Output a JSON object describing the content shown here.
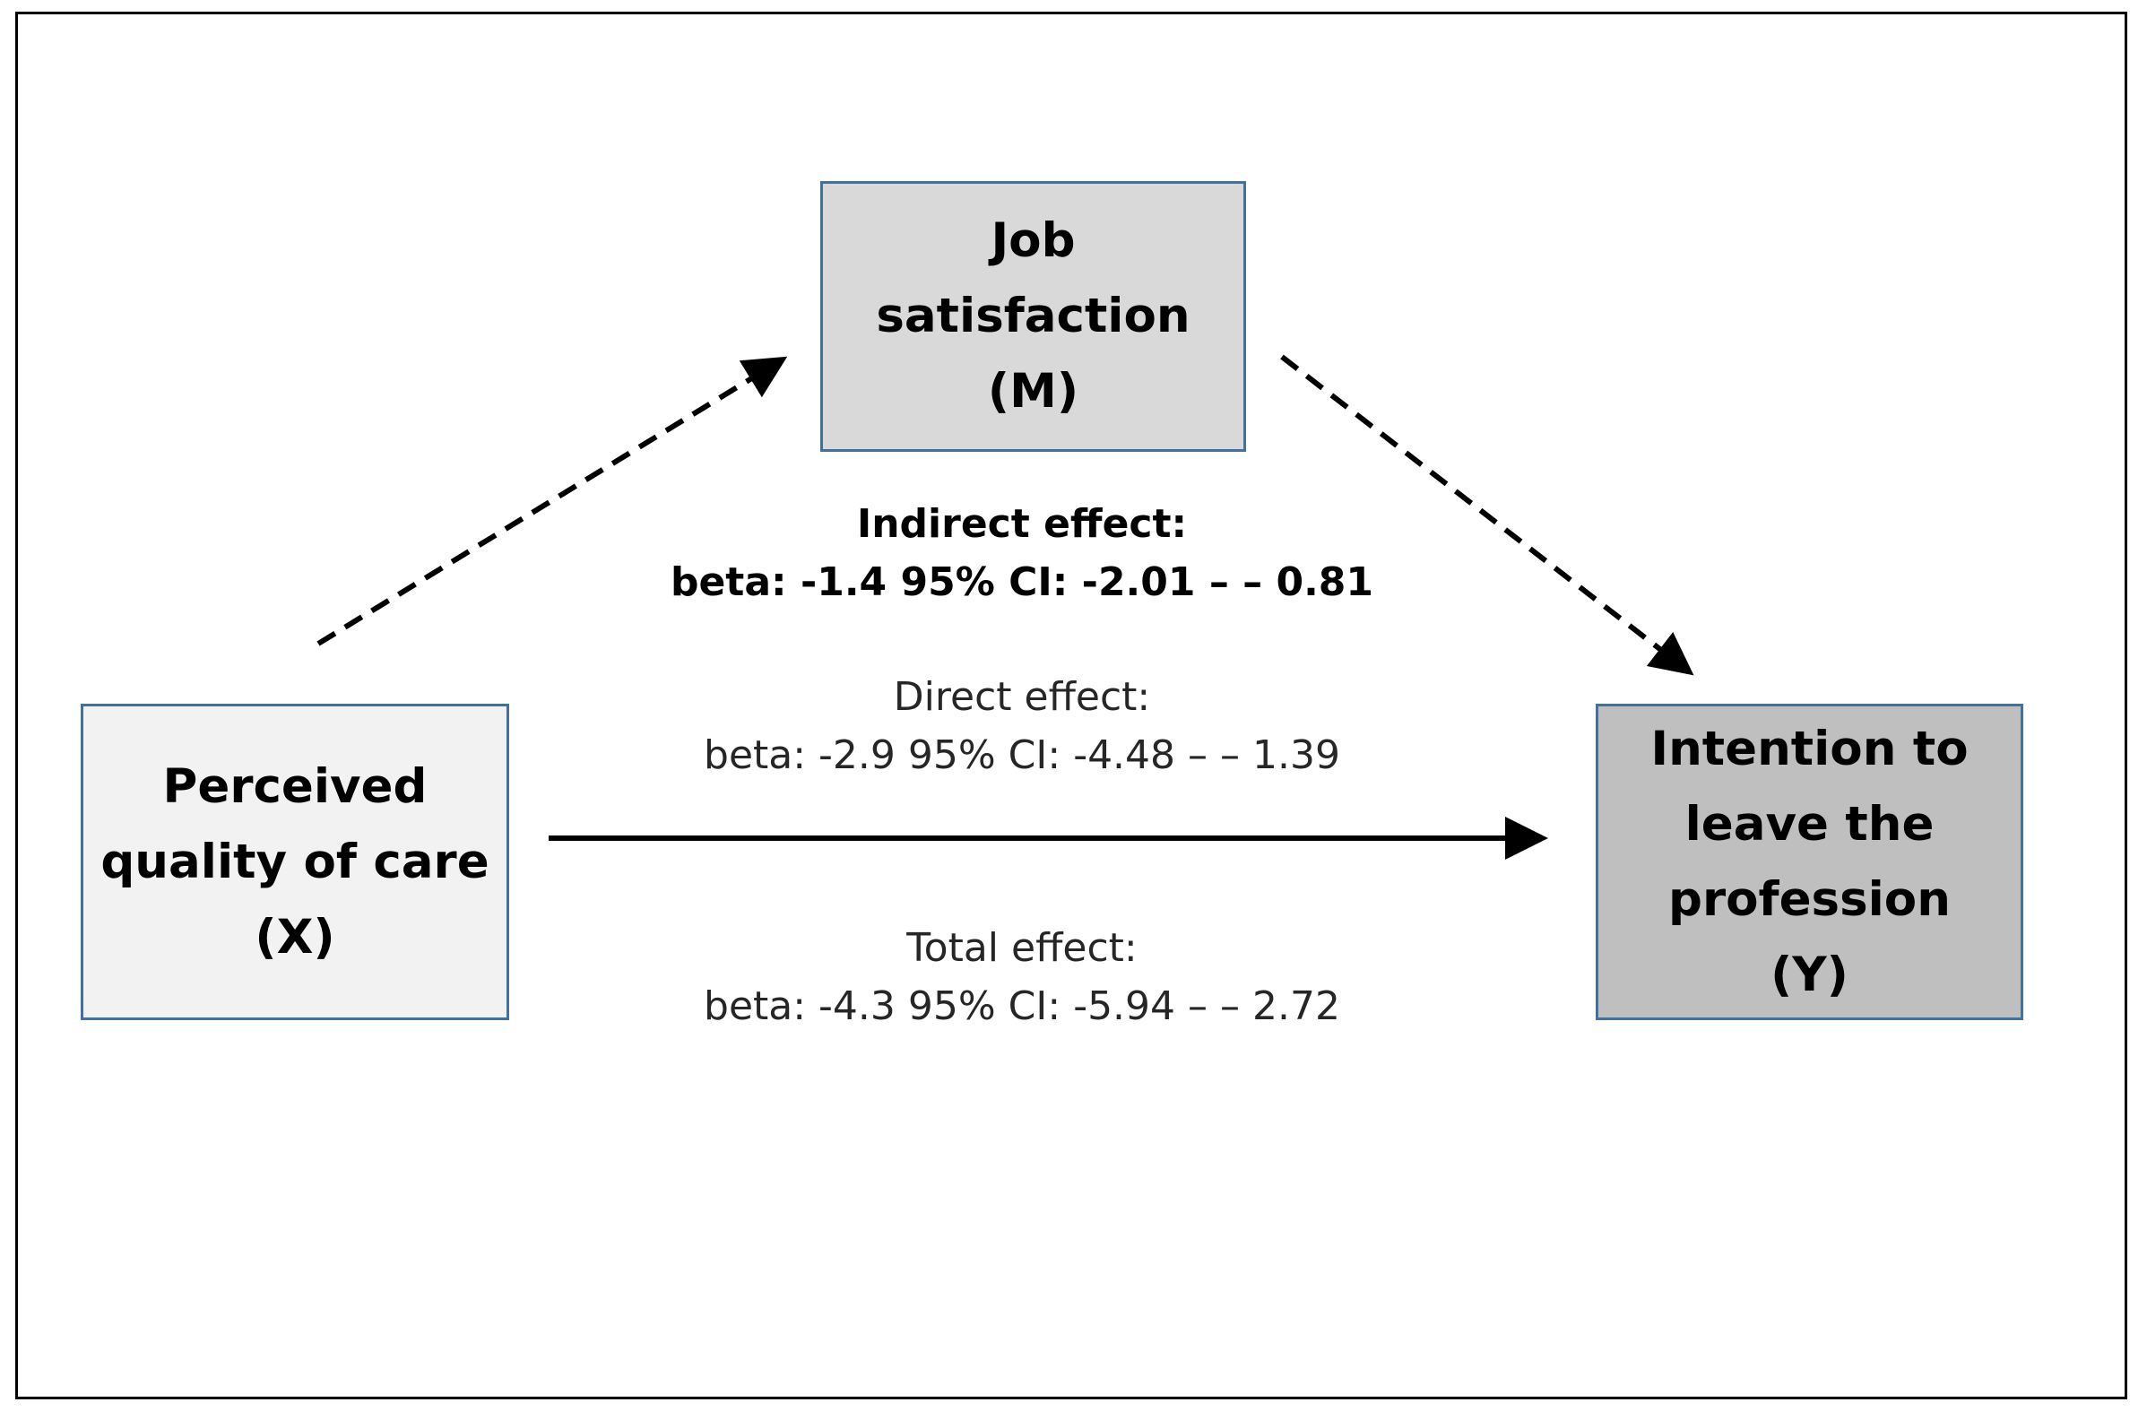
{
  "nodes": {
    "x": {
      "lines": [
        "Perceived",
        "quality of care",
        "(X)"
      ],
      "fill": "#f2f2f2",
      "border": "#41719c"
    },
    "m": {
      "lines": [
        "Job",
        "satisfaction",
        "(M)"
      ],
      "fill": "#d9d9d9",
      "border": "#41719c"
    },
    "y": {
      "lines": [
        "Intention to",
        "leave the",
        "profession",
        "(Y)"
      ],
      "fill": "#bfbfbf",
      "border": "#41719c"
    }
  },
  "effects": {
    "indirect": {
      "label": "Indirect effect:",
      "stats": "beta: -1.4 95% CI: -2.01 – – 0.81"
    },
    "direct": {
      "label": "Direct effect:",
      "stats": "beta: -2.9 95% CI: -4.48 – – 1.39"
    },
    "total": {
      "label": "Total effect:",
      "stats": "beta: -4.3 95% CI: -5.94 – – 2.72"
    }
  },
  "edges": [
    {
      "from": "x",
      "to": "m",
      "style": "dashed"
    },
    {
      "from": "m",
      "to": "y",
      "style": "dashed"
    },
    {
      "from": "x",
      "to": "y",
      "style": "solid"
    }
  ]
}
